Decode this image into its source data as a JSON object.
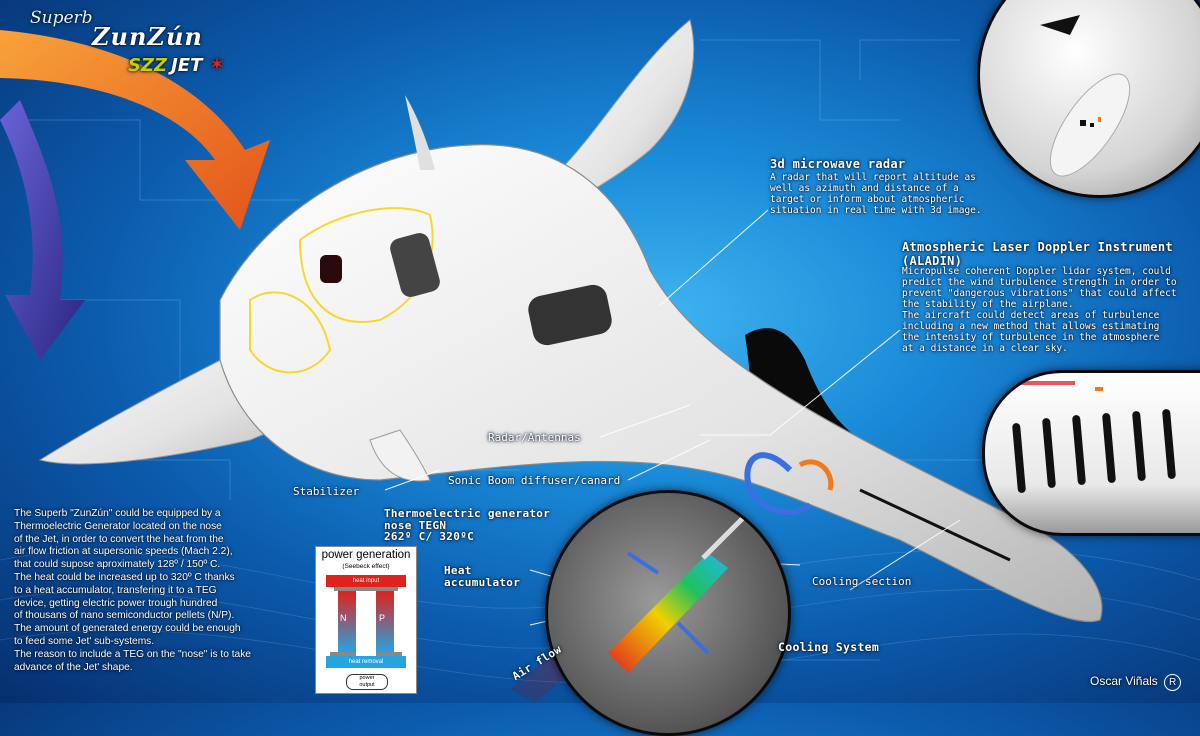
{
  "logo": {
    "line1": "Superb",
    "line2": "ZunZún",
    "brand_szz": "SZZ",
    "brand_jet": "JET"
  },
  "radar": {
    "title": "3d microwave radar",
    "lines": [
      "A radar that will report altitude as",
      "well as azimuth and distance of a",
      "target or inform about atmospheric",
      "situation in real time with 3d image."
    ]
  },
  "aladin": {
    "title_line1": "Atmospheric Laser Doppler Instrument",
    "title_line2": "(ALADIN)",
    "lines": [
      "Micropulse coherent Doppler lidar system, could",
      "predict the wind turbulence strength in order to",
      "prevent \"dangerous vibrations\" that could affect",
      "the stability of the airplane.",
      "The aircraft could detect areas of turbulence",
      "including a new method that allows estimating",
      "the intensity of turbulence in the atmosphere",
      "at a distance in a clear sky."
    ]
  },
  "labels": {
    "radar_antennas": "Radar/Antennas",
    "sonic_boom": "Sonic Boom diffuser/canard",
    "stabilizer": "Stabilizer",
    "teg_line1": "Thermoelectric generator",
    "teg_line2": "nose TEGN",
    "teg_line3": "262º C/ 320ºC",
    "heat_acc_line1": "Heat",
    "heat_acc_line2": "accumulator",
    "cooling_section": "Cooling section",
    "cooling_system": "Cooling System",
    "air_flow": "Air flow"
  },
  "description": {
    "lines": [
      "The Superb \"ZunZún\" could be equipped by a",
      "Thermoelectric Generator located on the nose",
      "of the Jet, in order to convert the heat from the",
      "air flow friction at supersonic speeds (Mach 2.2),",
      "that could supose aproximately 128º / 150º C.",
      "The heat could be increased up to 320º C thanks",
      "to a heat accumulator, transfering it to a TEG",
      "device, getting electric power trough  hundred",
      "of thousans of nano semiconductor pellets (N/P).",
      "The amount of generated energy could be enough",
      "to feed some Jet' sub-systems.",
      "The reason to include a TEG on the \"nose\" is to take",
      "advance of the Jet' shape."
    ]
  },
  "power_generation": {
    "title": "power generation",
    "subtitle": "(Seebeck effect)",
    "heat_input": "heat input",
    "heat_removal": "heat removal",
    "n_label": "N",
    "p_label": "P",
    "power_output_line1": "power",
    "power_output_line2": "output"
  },
  "credit": {
    "name": "Oscar Viñals",
    "mark": "R"
  },
  "colors": {
    "bg_light": "#3fb4f0",
    "bg_dark": "#062f6e",
    "orange_arrow": "#f07a1e",
    "purple_arrow": "#4b3fb8",
    "jet_body": "#eeeeee",
    "jet_outline_yellow": "#f6d000",
    "szz_logo": "#c2d000"
  }
}
